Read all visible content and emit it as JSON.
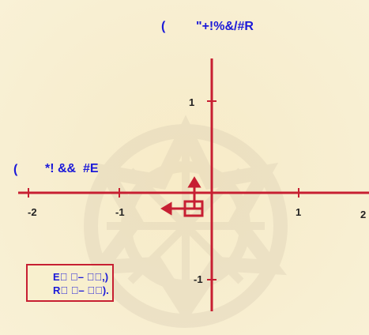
{
  "top_label_left": "(",
  "top_label_right": "\"+!%&/#R",
  "side_label_left": "(",
  "side_label_right": "*! &&  #E",
  "ticks": {
    "x_neg2": "-2",
    "x_neg1": "-1",
    "x_pos1": "1",
    "x_pos2": "2",
    "y_pos1": "1",
    "y_neg1": "-1"
  },
  "legend": {
    "line1": "E⃞ ⃞– ⃞⃞,)",
    "line2": "R⃞ ⃞– ⃞⃞)."
  },
  "colors": {
    "axis": "#c71f32",
    "text_blue": "#1c1ad8",
    "tick_text": "#222222",
    "background": "#f8efcd"
  }
}
